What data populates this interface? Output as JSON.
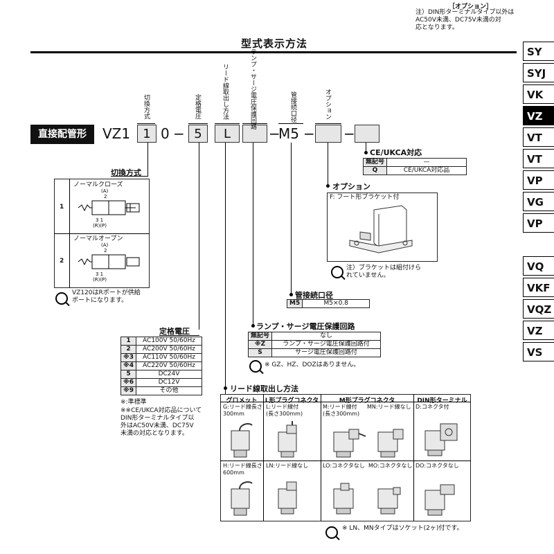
{
  "option_note": {
    "title": "［オプション］",
    "text": "注）DIN形ターミナルタイプ以外は\nAC50V未満、DC75V未満の対\n応となります。"
  },
  "page_title": "型式表示方法",
  "nav_tabs": [
    "SY",
    "SYJ",
    "VK",
    "VZ",
    "VT",
    "VT",
    "VP",
    "VG",
    "VP",
    "VQ",
    "VKF",
    "VQZ",
    "VZ",
    "VS"
  ],
  "model": {
    "label": "直接配管形",
    "prefix": "VZ1",
    "box1": "1",
    "zero": "0",
    "dash1": "−",
    "box_voltage": "5",
    "box_lead": "L",
    "dash2": "−",
    "m5": "M5",
    "dash3": "−",
    "dash4": "−"
  },
  "vertical_labels": {
    "switching": "切換方式",
    "voltage": "定格電圧",
    "lead": "リード線取出し方法",
    "surge": "ランプ・サージ電圧保護回路",
    "port": "管接続口径",
    "option": "オプション"
  },
  "ce": {
    "title": "CE/UKCA対応",
    "rows": [
      [
        "無記号",
        "—"
      ],
      [
        "Q",
        "CE/UKCA対応品"
      ]
    ]
  },
  "option_section": {
    "title": "オプション",
    "item": "F: フート形ブラケット付",
    "note": "注）ブラケットは組付けら\nれていません。"
  },
  "port_section": {
    "title": "管接続口径",
    "rows": [
      [
        "M5",
        "M5×0.8"
      ]
    ]
  },
  "surge_section": {
    "title": "ランプ・サージ電圧保護回路",
    "rows": [
      [
        "無記号",
        "なし"
      ],
      [
        "※Z",
        "ランプ・サージ電圧保護回路付"
      ],
      [
        "S",
        "サージ電圧保護回路付"
      ]
    ],
    "note": "※ GZ、HZ、DOZはありません。"
  },
  "switching_section": {
    "title": "切換方式",
    "rows": [
      {
        "key": "1",
        "name": "ノーマルクローズ",
        "ports_top": "(A)\n2",
        "ports_bottom": "3   1\n(R)(P)"
      },
      {
        "key": "2",
        "name": "ノーマルオープン",
        "ports_top": "(A)\n2",
        "ports_bottom": "3   1\n(R)(P)"
      }
    ],
    "note": "VZ120はRポートが供給\nポートになります。"
  },
  "voltage_section": {
    "title": "定格電圧",
    "rows": [
      [
        "1",
        "AC100V 50/60Hz"
      ],
      [
        "2",
        "AC200V 50/60Hz"
      ],
      [
        "※3",
        "AC110V 50/60Hz"
      ],
      [
        "※4",
        "AC220V 50/60Hz"
      ],
      [
        "5",
        "DC24V"
      ],
      [
        "※6",
        "DC12V"
      ],
      [
        "※9",
        "その他"
      ]
    ],
    "note1": "※:準標準",
    "note2": "※※CE/UKCA対応品について\nDIN形ターミナルタイプ以\n外はAC50V未満、DC75V\n未満の対応となります。"
  },
  "lead_section": {
    "title": "リード線取出し方法",
    "headers": [
      "グロメット",
      "L形プラグコネクタ",
      "M形プラグコネクタ",
      "DIN形ターミナル"
    ],
    "items": {
      "G": "G:リード線長さ\n300mm",
      "L": "L:リード線付\n(長さ300mm)",
      "M": "M:リード線付\n(長さ300mm)",
      "MN": "MN:リード線なし",
      "D": "D:コネクタ付",
      "H": "H:リード線長さ\n600mm",
      "LN": "LN:リード線なし",
      "LO": "LO:コネクタなし",
      "MO": "MO:コネクタなし",
      "DO": "DO:コネクタなし"
    },
    "note": "※ LN、MNタイプはソケット(2ヶ)付です。"
  }
}
